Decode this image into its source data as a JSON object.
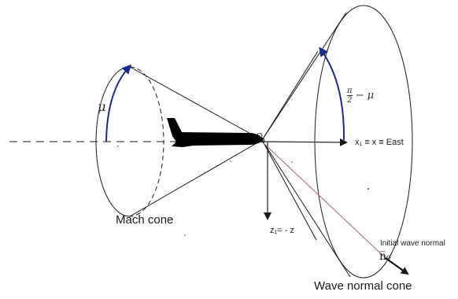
{
  "labels": {
    "mach_cone": "Mach cone",
    "wave_normal_cone": "Wave normal cone",
    "x_axis": "x₁ ≡ x ≡ East",
    "z_axis": "z₁= - z",
    "origin": "O",
    "initial_wave_normal": "Initial wave normal",
    "wave_normal_symbol": "n̅₀",
    "mu": "μ",
    "half_pi_minus_mu": {
      "numerator": "π",
      "denominator": "2",
      "suffix": "− μ"
    }
  },
  "colors": {
    "lines": "#1a1a1a",
    "arc_arrows": "#1c2a8a",
    "wave_normal_ray": "#b05c7a",
    "aircraft": "#000000"
  },
  "icons": {
    "aircraft": "aircraft-silhouette"
  }
}
